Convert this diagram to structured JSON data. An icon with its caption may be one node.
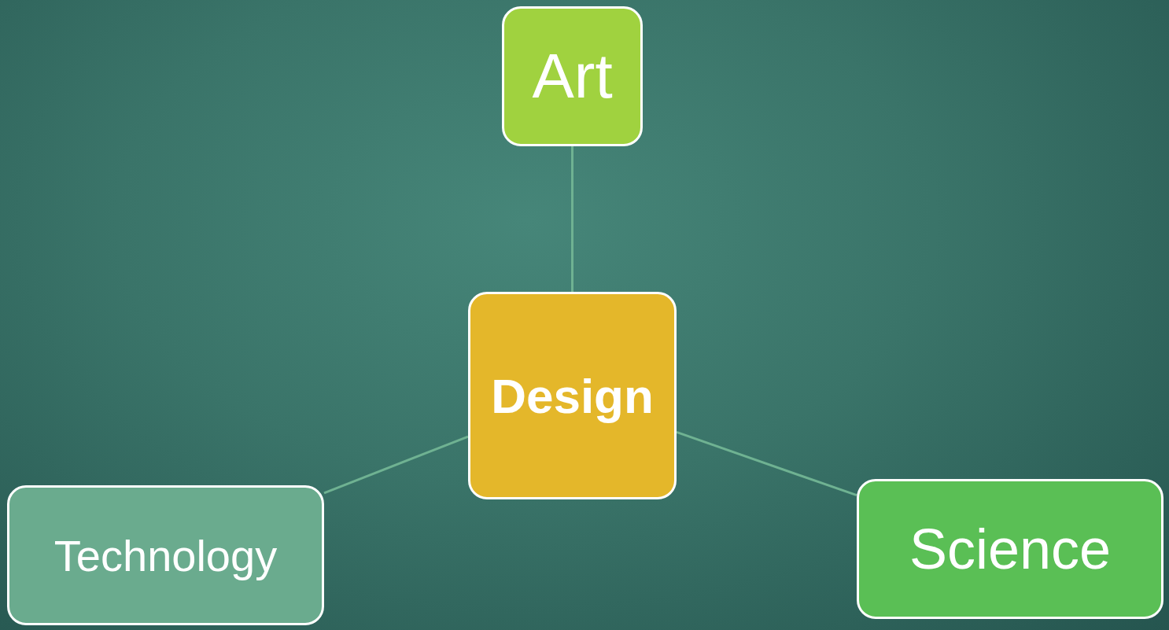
{
  "diagram": {
    "nodes": [
      {
        "text": [
          "Art"
        ]
      },
      {
        "text": [
          "Design"
        ]
      },
      {
        "text": [
          "Technology"
        ]
      },
      {
        "text": [
          "Science"
        ]
      }
    ],
    "edges": [
      {
        "from": 1,
        "to": 0,
        "arrow": "none"
      },
      {
        "from": 1,
        "to": 2,
        "arrow": "none"
      },
      {
        "from": 1,
        "to": 3,
        "arrow": "none"
      }
    ]
  }
}
